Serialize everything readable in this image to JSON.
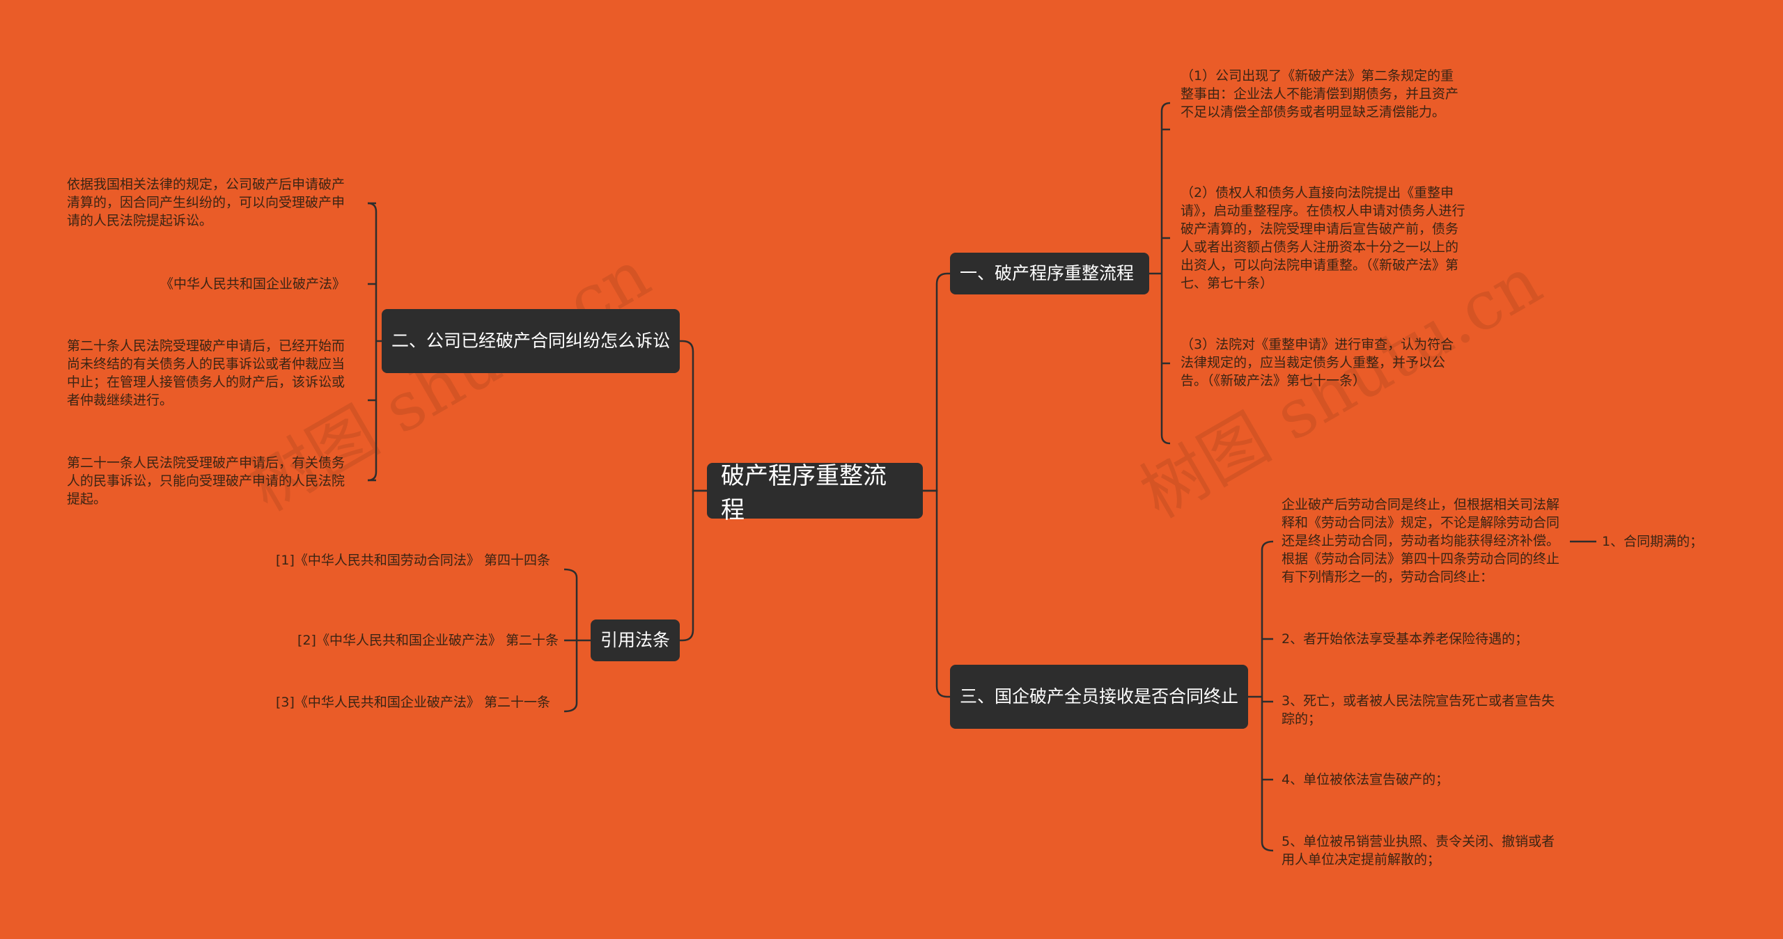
{
  "colors": {
    "background": "#ea5c28",
    "node": "#2d2d2d",
    "line": "#2d2d2d",
    "leaf_text": "#3a2414"
  },
  "root": {
    "label": "破产程序重整流程"
  },
  "branches": {
    "b1": {
      "label": "一、破产程序重整流程",
      "items": [
        "（1）公司出现了《新破产法》第二条规定的重整事由：企业法人不能清偿到期债务，并且资产不足以清偿全部债务或者明显缺乏清偿能力。",
        "（2）债权人和债务人直接向法院提出《重整申请》，启动重整程序。在债权人申请对债务人进行破产清算的，法院受理申请后宣告破产前，债务人或者出资额占债务人注册资本十分之一以上的出资人，可以向法院申请重整。（《新破产法》第七、第七十条）",
        "（3）法院对《重整申请》进行审查，认为符合法律规定的，应当裁定债务人重整，并予以公告。（《新破产法》第七十一条）"
      ]
    },
    "b2": {
      "label": "二、公司已经破产合同纠纷怎么诉讼",
      "items": [
        "依据我国相关法律的规定，公司破产后申请破产清算的，因合同产生纠纷的，可以向受理破产申请的人民法院提起诉讼。",
        "《中华人民共和国企业破产法》",
        "第二十条人民法院受理破产申请后，已经开始而尚未终结的有关债务人的民事诉讼或者仲裁应当中止；在管理人接管债务人的财产后，该诉讼或者仲裁继续进行。",
        "第二十一条人民法院受理破产申请后，有关债务人的民事诉讼，只能向受理破产申请的人民法院提起。"
      ]
    },
    "b3": {
      "label": "三、国企破产全员接收是否合同终止",
      "items": [
        "企业破产后劳动合同是终止，但根据相关司法解释和《劳动合同法》规定，不论是解除劳动合同还是终止劳动合同，劳动者均能获得经济补偿。根据《劳动合同法》第四十四条劳动合同的终止有下列情形之一的，劳动合同终止：",
        "2、者开始依法享受基本养老保险待遇的；",
        "3、死亡，或者被人民法院宣告死亡或者宣告失踪的；",
        "4、单位被依法宣告破产的；",
        "5、单位被吊销营业执照、责令关闭、撤销或者用人单位决定提前解散的；"
      ],
      "sub_item": "1、合同期满的；"
    },
    "b4": {
      "label": "引用法条",
      "items": [
        "[1]《中华人民共和国劳动合同法》 第四十四条",
        "[2]《中华人民共和国企业破产法》 第二十条",
        "[3]《中华人民共和国企业破产法》 第二十一条"
      ]
    }
  },
  "watermarks": [
    "树图 shutu.cn",
    "树图 shutu.cn"
  ]
}
